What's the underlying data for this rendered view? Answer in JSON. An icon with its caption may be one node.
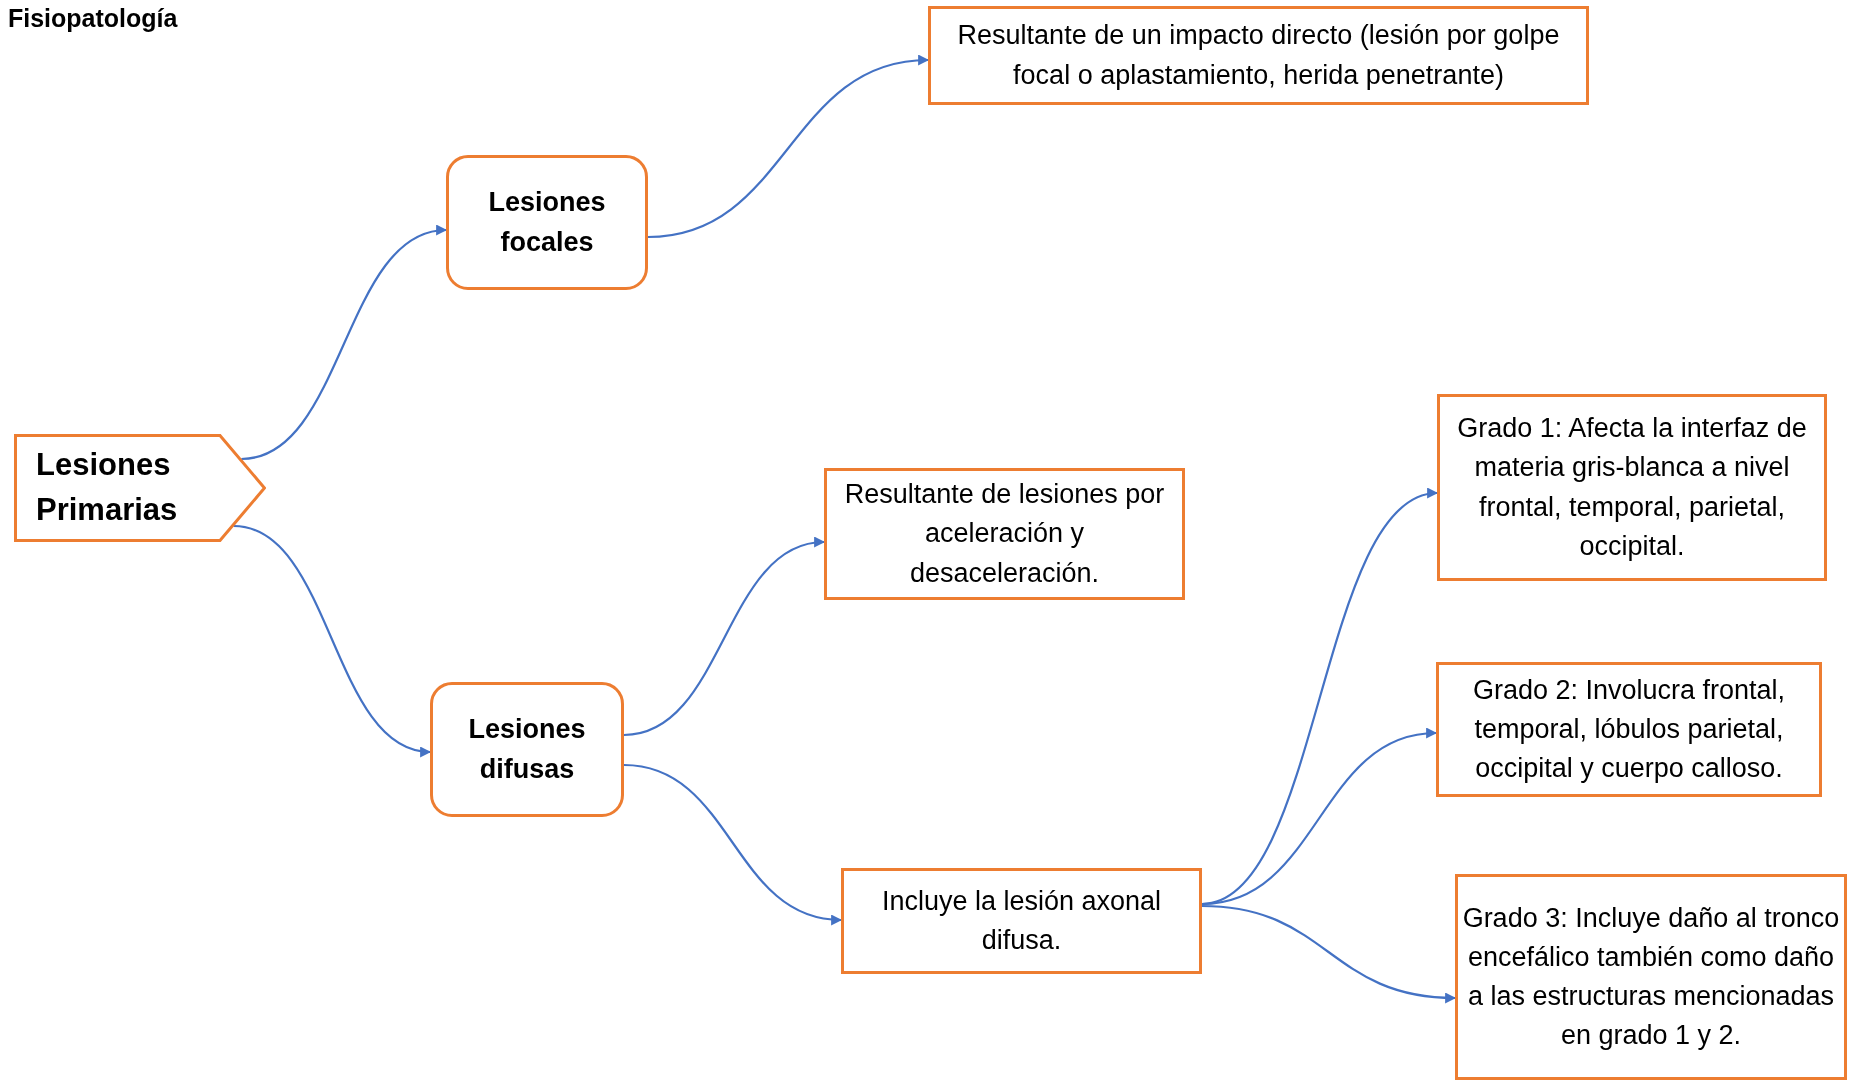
{
  "diagram": {
    "title": "Fisiopatología",
    "nodes": [
      {
        "text": [
          "Lesiones Primarias"
        ]
      },
      {
        "text": [
          "Lesiones focales"
        ]
      },
      {
        "text": [
          "Resultante de un impacto directo (lesión por golpe focal o aplastamiento, herida penetrante)"
        ]
      },
      {
        "text": [
          "Lesiones difusas"
        ]
      },
      {
        "text": [
          "Resultante de lesiones por aceleración y desaceleración."
        ]
      },
      {
        "text": [
          "Incluye la lesión axonal difusa."
        ]
      },
      {
        "text": [
          "Grado 1: Afecta la interfaz de materia gris-blanca a nivel frontal, temporal, parietal, occipital."
        ]
      },
      {
        "text": [
          "Grado 2: Involucra frontal, temporal, lóbulos parietal, occipital y cuerpo calloso."
        ]
      },
      {
        "text": [
          "Grado 3: Incluye daño al tronco encefálico también como daño a las estructuras mencionadas en grado 1 y 2."
        ]
      }
    ],
    "edges": [
      {
        "from": 0,
        "to": 1,
        "arrow": "to"
      },
      {
        "from": 0,
        "to": 3,
        "arrow": "to"
      },
      {
        "from": 1,
        "to": 2,
        "arrow": "to"
      },
      {
        "from": 3,
        "to": 4,
        "arrow": "to"
      },
      {
        "from": 3,
        "to": 5,
        "arrow": "to"
      },
      {
        "from": 5,
        "to": 6,
        "arrow": "to"
      },
      {
        "from": 5,
        "to": 7,
        "arrow": "to"
      },
      {
        "from": 5,
        "to": 8,
        "arrow": "to"
      }
    ]
  }
}
